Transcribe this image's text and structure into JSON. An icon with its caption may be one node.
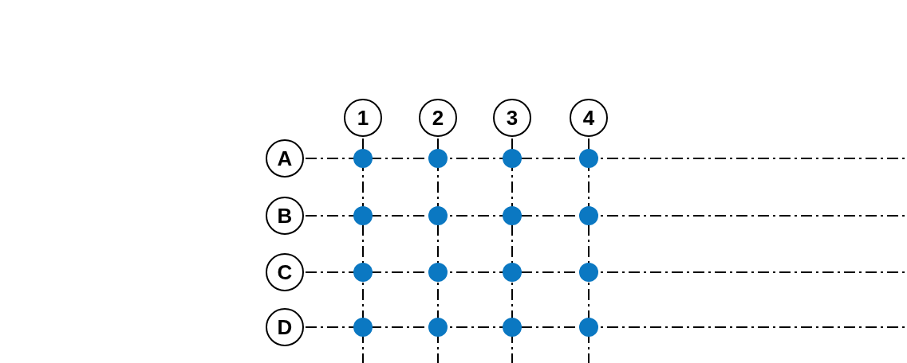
{
  "diagram": {
    "nodes": [
      {
        "text": [
          "1"
        ]
      },
      {
        "text": [
          "2"
        ]
      },
      {
        "text": [
          "3"
        ]
      },
      {
        "text": [
          "4"
        ]
      },
      {
        "text": [
          "A"
        ]
      },
      {
        "text": [
          "B"
        ]
      },
      {
        "text": [
          "C"
        ]
      },
      {
        "text": [
          "D"
        ]
      }
    ],
    "edges": [
      {
        "from": 0,
        "to": null,
        "arrow": "none"
      },
      {
        "from": 1,
        "to": null,
        "arrow": "none"
      },
      {
        "from": 2,
        "to": null,
        "arrow": "none"
      },
      {
        "from": 3,
        "to": null,
        "arrow": "none"
      },
      {
        "from": 4,
        "to": null,
        "arrow": "none"
      },
      {
        "from": 5,
        "to": null,
        "arrow": "none"
      },
      {
        "from": 6,
        "to": null,
        "arrow": "none"
      },
      {
        "from": 7,
        "to": null,
        "arrow": "none"
      }
    ]
  }
}
